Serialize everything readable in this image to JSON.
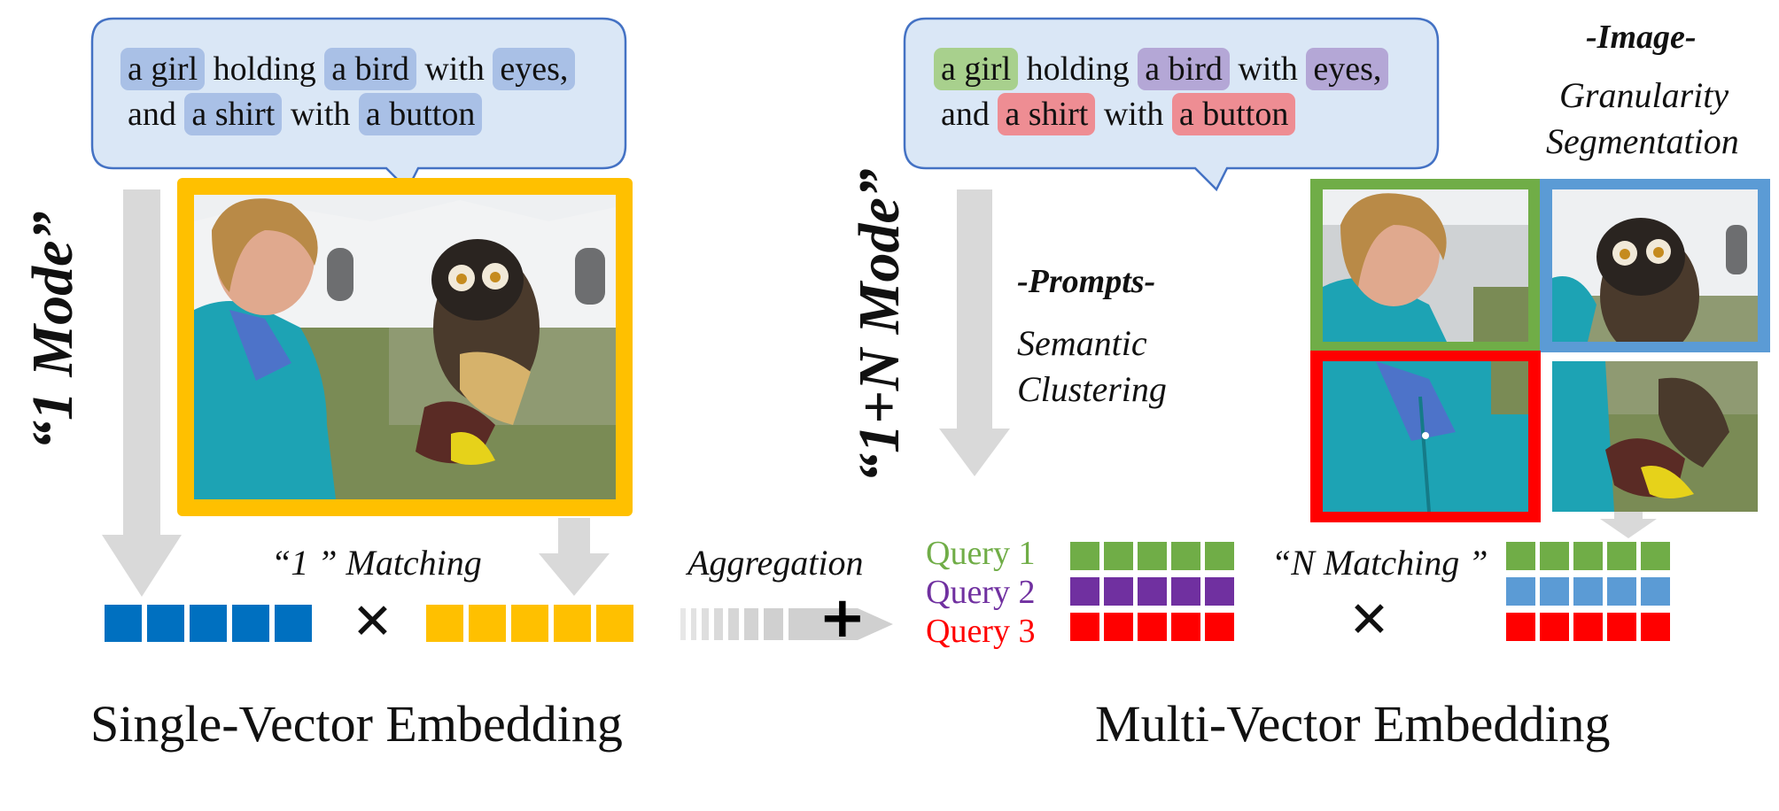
{
  "left": {
    "mode_label": "“1 Mode”",
    "caption": "Single-Vector Embedding",
    "matching_label": "“1 ” Matching",
    "times": "✕",
    "bubble_line1": [
      {
        "text": "a girl",
        "hl": true
      },
      {
        "text": " holding ",
        "hl": false
      },
      {
        "text": "a bird",
        "hl": true
      },
      {
        "text": " with ",
        "hl": false
      },
      {
        "text": "eyes,",
        "hl": true
      }
    ],
    "bubble_line2": [
      {
        "text": "and ",
        "hl": false
      },
      {
        "text": "a shirt",
        "hl": true
      },
      {
        "text": " with ",
        "hl": false
      },
      {
        "text": "a button",
        "hl": true
      }
    ]
  },
  "middle": {
    "aggregation_label": "Aggregation",
    "plus": "+"
  },
  "right": {
    "mode_label": "“1+N Mode”",
    "caption": "Multi-Vector Embedding",
    "matching_label": "“N Matching ”",
    "times": "✕",
    "prompts_title": "-Prompts-",
    "prompts_sub1": "Semantic",
    "prompts_sub2": "Clustering",
    "image_title": "-Image-",
    "image_sub1": "Granularity",
    "image_sub2": "Segmentation",
    "queries": [
      {
        "label": "Query 1",
        "color": "#70ad47"
      },
      {
        "label": "Query 2",
        "color": "#7030a0"
      },
      {
        "label": "Query 3",
        "color": "#ff0000"
      }
    ]
  },
  "colors": {
    "blue": "#0070c0",
    "yellow": "#ffc000",
    "green": "#70ad47",
    "purple": "#7030a0",
    "red": "#ff0000",
    "lightblue": "#5b9bd5",
    "bubble_fill": "#dae7f6",
    "bubble_stroke": "#4472c4",
    "chip_blue": "#a9c0e6",
    "chip_green": "#a8d08d",
    "chip_purple": "#b4a7d6",
    "chip_red": "#ee8d93",
    "arrow_gray": "#d9d9d9"
  }
}
